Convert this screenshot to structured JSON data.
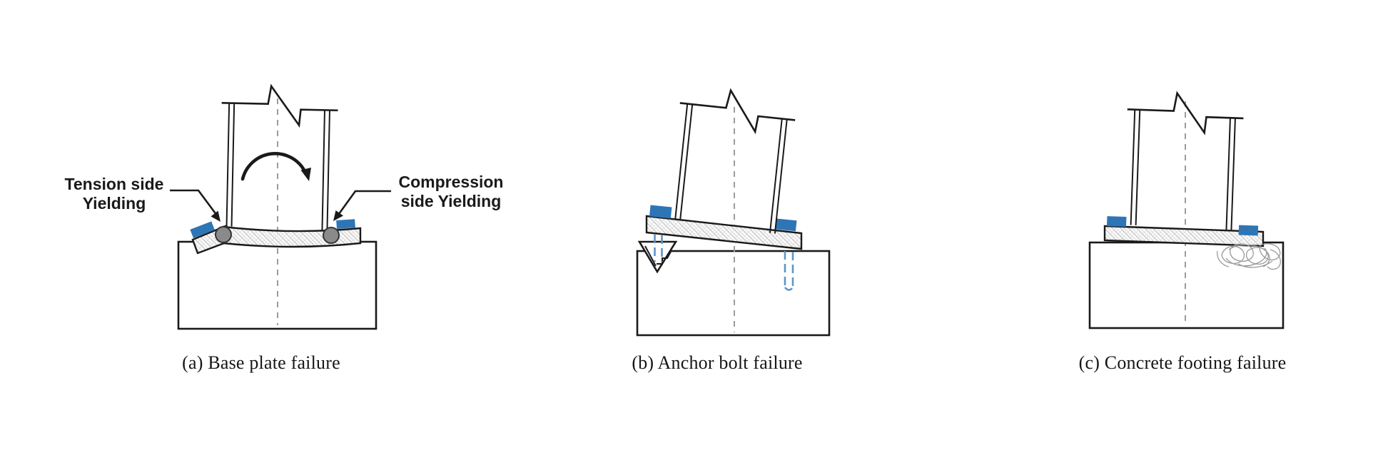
{
  "figure": {
    "panels": [
      {
        "id": "a",
        "caption": "(a) Base plate failure"
      },
      {
        "id": "b",
        "caption": "(b) Anchor bolt failure"
      },
      {
        "id": "c",
        "caption": "(c) Concrete footing failure"
      }
    ],
    "annotations": {
      "tension_line1": "Tension side",
      "tension_line2": "Yielding",
      "compression_line1": "Compression",
      "compression_line2": "side Yielding"
    },
    "colors": {
      "anchor-blue": "#2e75b6",
      "bolt-dash-blue": "#5d95c9",
      "hinge-gray": "#8a8a8a",
      "line-dark": "#1a1a1a",
      "hatch-gray": "#bdbdbd",
      "centerline-gray": "#9c9c9c",
      "crush-gray": "#9a9a9a",
      "background": "#ffffff"
    }
  }
}
